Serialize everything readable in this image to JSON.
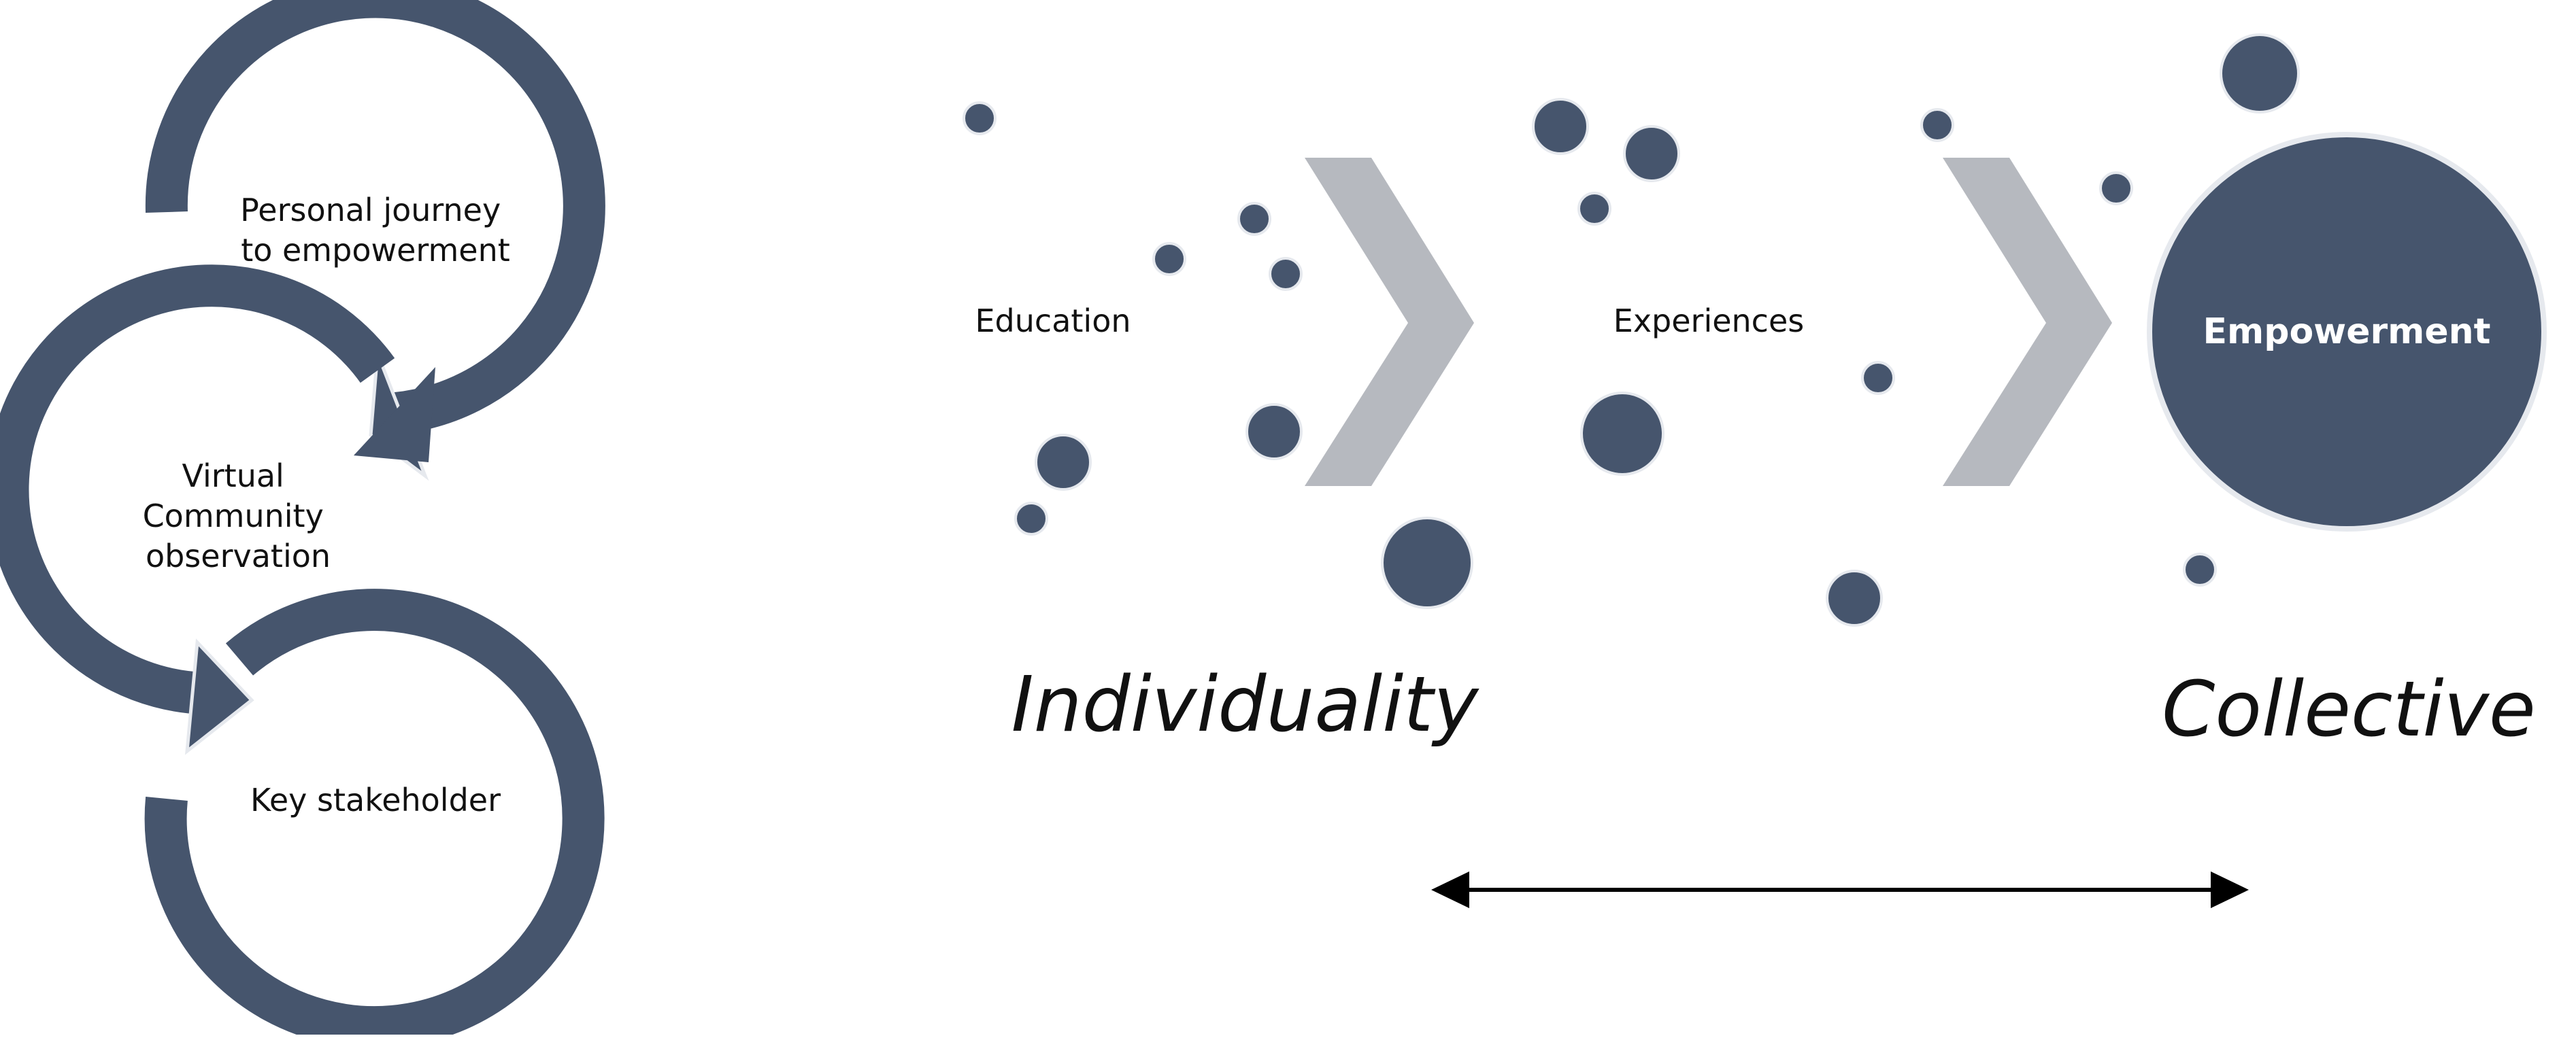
{
  "cycle": {
    "node1_line1": "Personal journey",
    "node1_line2": "to empowerment",
    "node2_line1": "Virtual",
    "node2_line2": "Community",
    "node2_line3": "observation",
    "node3": "Key stakeholder"
  },
  "process": {
    "step1": "Education",
    "step2": "Experiences",
    "result": "Empowerment"
  },
  "scale": {
    "left": "Individuality",
    "right": "Collective"
  },
  "colors": {
    "ring": "#46556d",
    "chevron": "#b6b9bf",
    "dot": "#46556d",
    "text": "#111111"
  },
  "icons": {
    "scale_arrow": "double-headed-arrow"
  }
}
